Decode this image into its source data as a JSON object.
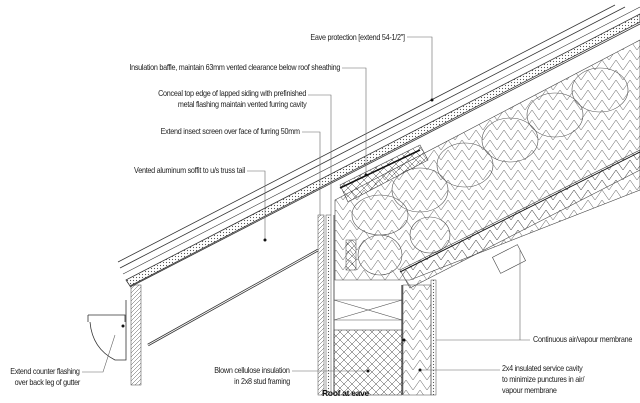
{
  "title": "Roof at eave",
  "callouts": {
    "eave_protection": "Eave protection [extend 54-1/2\"]",
    "insulation_baffle": "Insulation baffle, maintain 63mm vented clearance below roof sheathing",
    "conceal_line1": "Conceal top edge of lapped siding with prefinished",
    "conceal_line2": "metal flashing maintain vented furring cavity",
    "insect_screen": "Extend insect screen over face of furring 50mm",
    "soffit": "Vented aluminum soffit to u/s truss tail",
    "counter_flashing_line1": "Extend counter flashing",
    "counter_flashing_line2": "over back leg of gutter",
    "cellulose_line1": "Blown cellulose insulation",
    "cellulose_line2": "in 2x8 stud framing",
    "membrane": "Continuous air/vapour membrane",
    "service_line1": "2x4 insulated service cavity",
    "service_line2": "to minimize punctures in air/",
    "service_line3": "vapour membrane"
  }
}
